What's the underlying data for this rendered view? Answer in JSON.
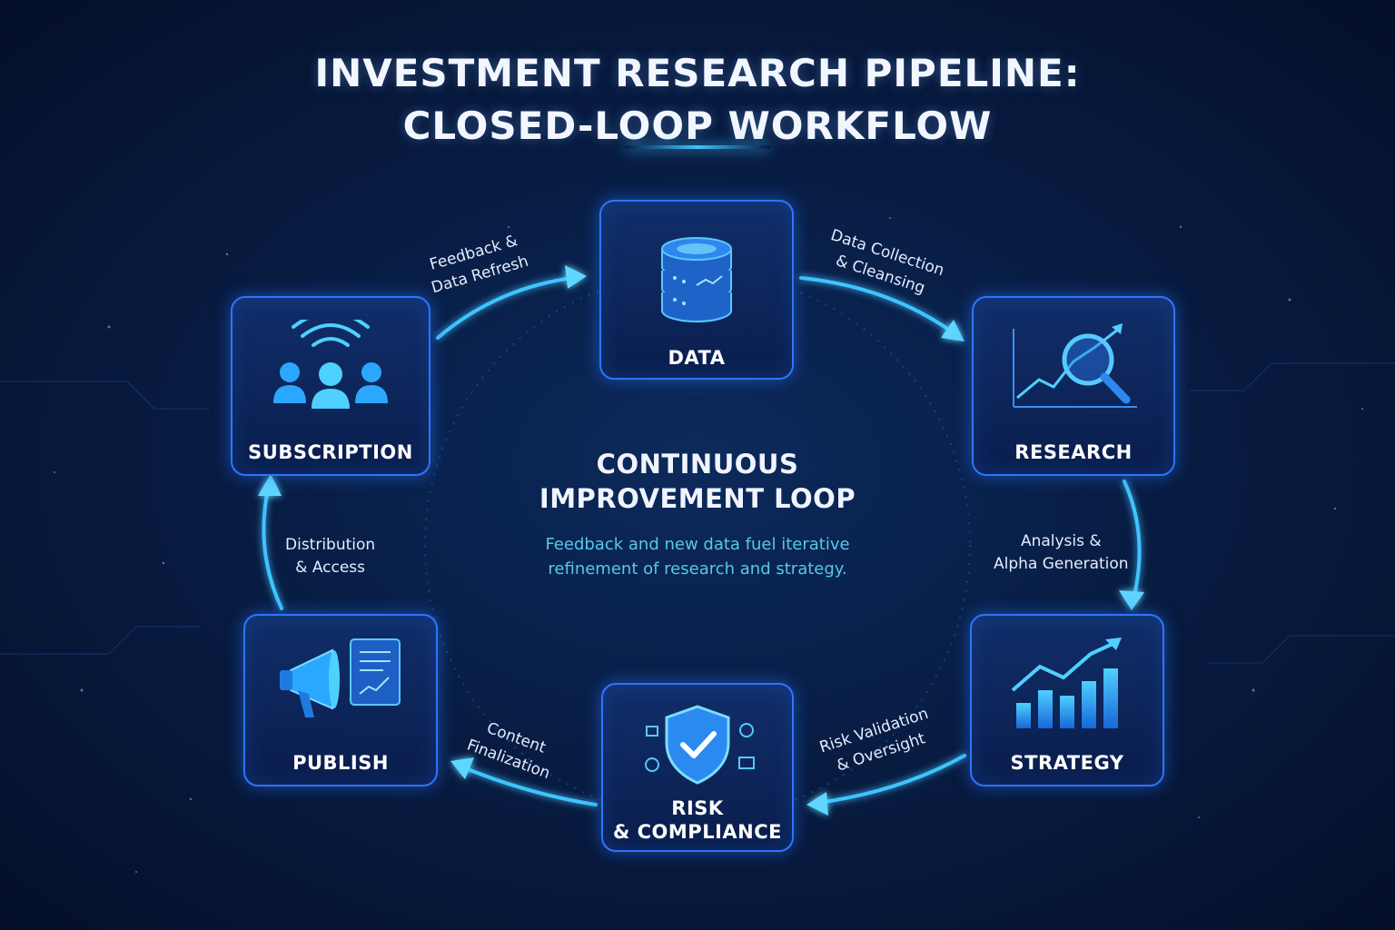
{
  "title": {
    "line1": "INVESTMENT RESEARCH PIPELINE:",
    "line2": "CLOSED-LOOP WORKFLOW"
  },
  "center": {
    "title_line1": "CONTINUOUS",
    "title_line2": "IMPROVEMENT LOOP",
    "subtitle_line1": "Feedback and new data fuel iterative",
    "subtitle_line2": "refinement of research and strategy."
  },
  "nodes": {
    "data": {
      "label": "DATA",
      "icon": "database-icon"
    },
    "research": {
      "label": "RESEARCH",
      "icon": "magnifier-chart-icon"
    },
    "strategy": {
      "label": "STRATEGY",
      "icon": "bar-chart-icon"
    },
    "risk": {
      "label_line1": "RISK",
      "label_line2": "& COMPLIANCE",
      "icon": "shield-check-icon"
    },
    "publish": {
      "label": "PUBLISH",
      "icon": "megaphone-document-icon"
    },
    "subscription": {
      "label": "SUBSCRIPTION",
      "icon": "users-broadcast-icon"
    }
  },
  "edges": {
    "data_to_research": {
      "line1": "Data Collection",
      "line2": "& Cleansing"
    },
    "research_to_strategy": {
      "line1": "Analysis &",
      "line2": "Alpha Generation"
    },
    "strategy_to_risk": {
      "line1": "Risk Validation",
      "line2": "& Oversight"
    },
    "risk_to_publish": {
      "line1": "Content",
      "line2": "Finalization"
    },
    "publish_to_subscription": {
      "line1": "Distribution",
      "line2": "& Access"
    },
    "subscription_to_data": {
      "line1": "Feedback &",
      "line2": "Data Refresh"
    }
  },
  "colors": {
    "background": "#081d44",
    "node_border": "#2f74ff",
    "arrow": "#3fc3ff",
    "icon_primary": "#2aa8ff",
    "subtitle": "#58c8e6"
  }
}
